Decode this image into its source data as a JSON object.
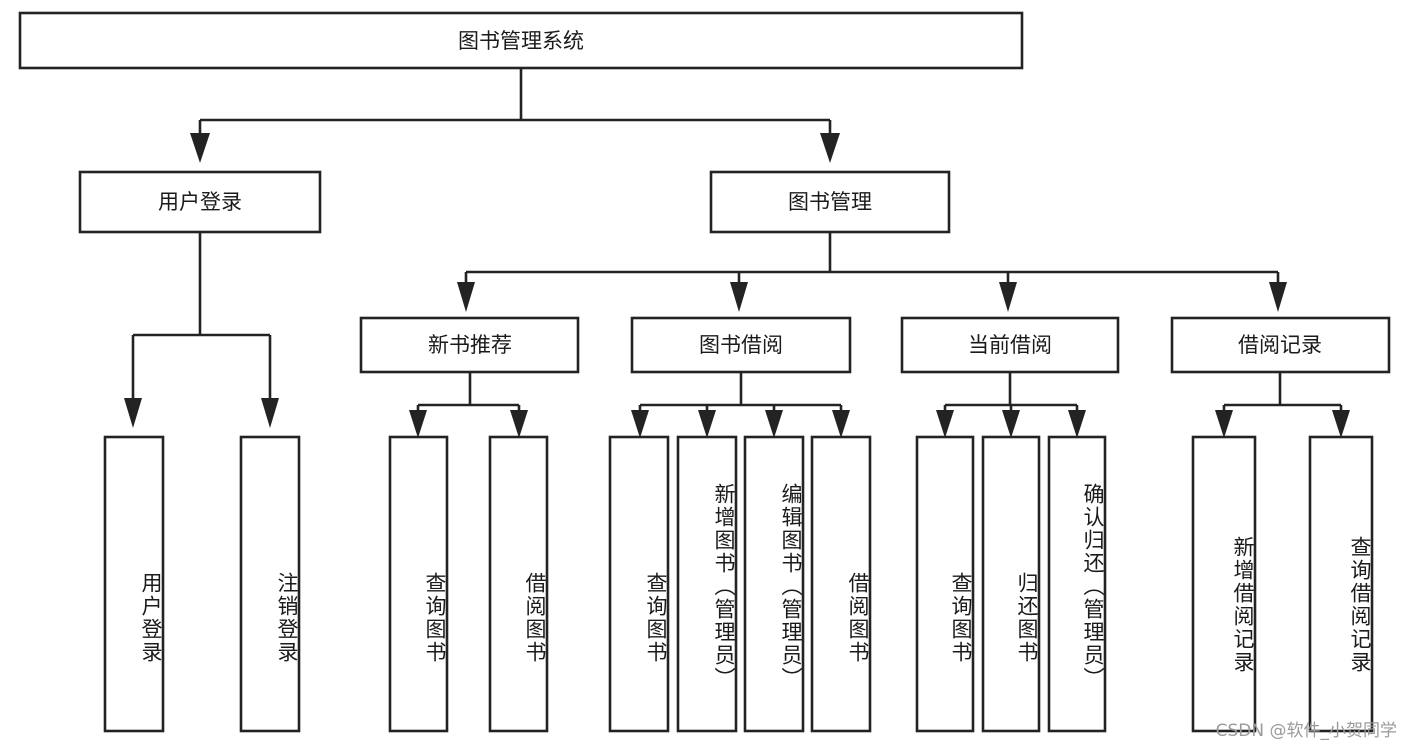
{
  "diagram": {
    "title": "图书管理系统",
    "type": "tree",
    "watermark": "CSDN @软件_小贺同学",
    "root": {
      "id": "root",
      "label": "图书管理系统",
      "orientation": "horizontal"
    },
    "level1": [
      {
        "id": "user-login",
        "label": "用户登录",
        "orientation": "horizontal"
      },
      {
        "id": "book-manage",
        "label": "图书管理",
        "orientation": "horizontal"
      }
    ],
    "level2": [
      {
        "id": "new-book-recommend",
        "label": "新书推荐",
        "parent": "book-manage",
        "orientation": "horizontal"
      },
      {
        "id": "book-borrow",
        "label": "图书借阅",
        "parent": "book-manage",
        "orientation": "horizontal"
      },
      {
        "id": "current-borrow",
        "label": "当前借阅",
        "parent": "book-manage",
        "orientation": "horizontal"
      },
      {
        "id": "borrow-record",
        "label": "借阅记录",
        "parent": "book-manage",
        "orientation": "horizontal"
      }
    ],
    "leaves": [
      {
        "id": "leaf-user-login",
        "label": "用户登录",
        "parent": "user-login",
        "orientation": "vertical"
      },
      {
        "id": "leaf-logout-login",
        "label": "注销登录",
        "parent": "user-login",
        "orientation": "vertical"
      },
      {
        "id": "leaf-query-book-1",
        "label": "查询图书",
        "parent": "new-book-recommend",
        "orientation": "vertical"
      },
      {
        "id": "leaf-borrow-book-1",
        "label": "借阅图书",
        "parent": "new-book-recommend",
        "orientation": "vertical"
      },
      {
        "id": "leaf-query-book-2",
        "label": "查询图书",
        "parent": "book-borrow",
        "orientation": "vertical"
      },
      {
        "id": "leaf-add-book",
        "label": "新增图书（管理员）",
        "parent": "book-borrow",
        "orientation": "vertical"
      },
      {
        "id": "leaf-edit-book",
        "label": "编辑图书（管理员）",
        "parent": "book-borrow",
        "orientation": "vertical"
      },
      {
        "id": "leaf-borrow-book-2",
        "label": "借阅图书",
        "parent": "book-borrow",
        "orientation": "vertical"
      },
      {
        "id": "leaf-query-book-3",
        "label": "查询图书",
        "parent": "current-borrow",
        "orientation": "vertical"
      },
      {
        "id": "leaf-return-book",
        "label": "归还图书",
        "parent": "current-borrow",
        "orientation": "vertical"
      },
      {
        "id": "leaf-confirm-return",
        "label": "确认归还（管理员）",
        "parent": "current-borrow",
        "orientation": "vertical"
      },
      {
        "id": "leaf-add-record",
        "label": "新增借阅记录",
        "parent": "borrow-record",
        "orientation": "vertical"
      },
      {
        "id": "leaf-query-record",
        "label": "查询借阅记录",
        "parent": "borrow-record",
        "orientation": "vertical"
      }
    ],
    "colors": {
      "stroke": "#232323",
      "fill": "#ffffff",
      "text": "#1b1b1b",
      "watermark": "#9a9a9a"
    }
  }
}
